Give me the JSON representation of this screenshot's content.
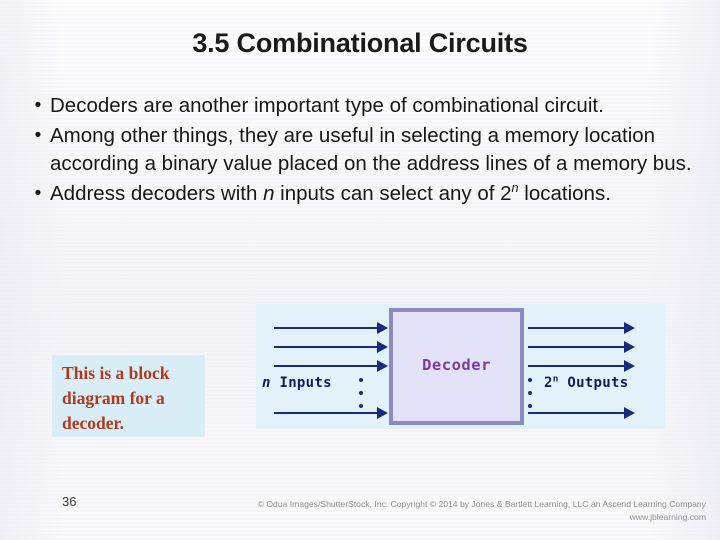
{
  "slide": {
    "title": "3.5 Combinational Circuits",
    "page_number": "36",
    "bullet_marker": "•"
  },
  "bullets": [
    {
      "pre": "Decoders are another important type of combinational circuit.",
      "italic": "",
      "mid": "",
      "sup": "",
      "post": ""
    },
    {
      "pre": "Among other things, they are useful in selecting a memory location according a binary value placed on the address lines of a memory bus.",
      "italic": "",
      "mid": "",
      "sup": "",
      "post": ""
    },
    {
      "pre": "Address decoders with ",
      "italic": "n",
      "mid": " inputs can select any of 2",
      "sup": "n",
      "post": " locations."
    }
  ],
  "callout": {
    "text": "This is a block diagram for a decoder.",
    "background_color": "#d9edf7",
    "text_color": "#ad3b1f"
  },
  "diagram": {
    "background_color": "#e3f1fb",
    "box_label": "Decoder",
    "box_fill_color": "#e4e2f8",
    "box_border_color": "#8b8bc4",
    "box_label_color": "#7a3c9e",
    "arrow_color": "#1b2a7d",
    "input_label_prefix": "",
    "input_label_italic": "n",
    "input_label_suffix": " Inputs",
    "output_label_prefix": "2",
    "output_label_sup": "n",
    "output_label_suffix": " Outputs",
    "input_arrow_count": 4,
    "output_arrow_count": 4,
    "ellipsis_dot_count": 3
  },
  "footer": {
    "line1": "© Odua Images/ShutterStock, Inc. Copyright © 2014 by Jones & Bartlett Learning, LLC an Ascend Learning Company",
    "line2": "www.jblearning.com"
  }
}
